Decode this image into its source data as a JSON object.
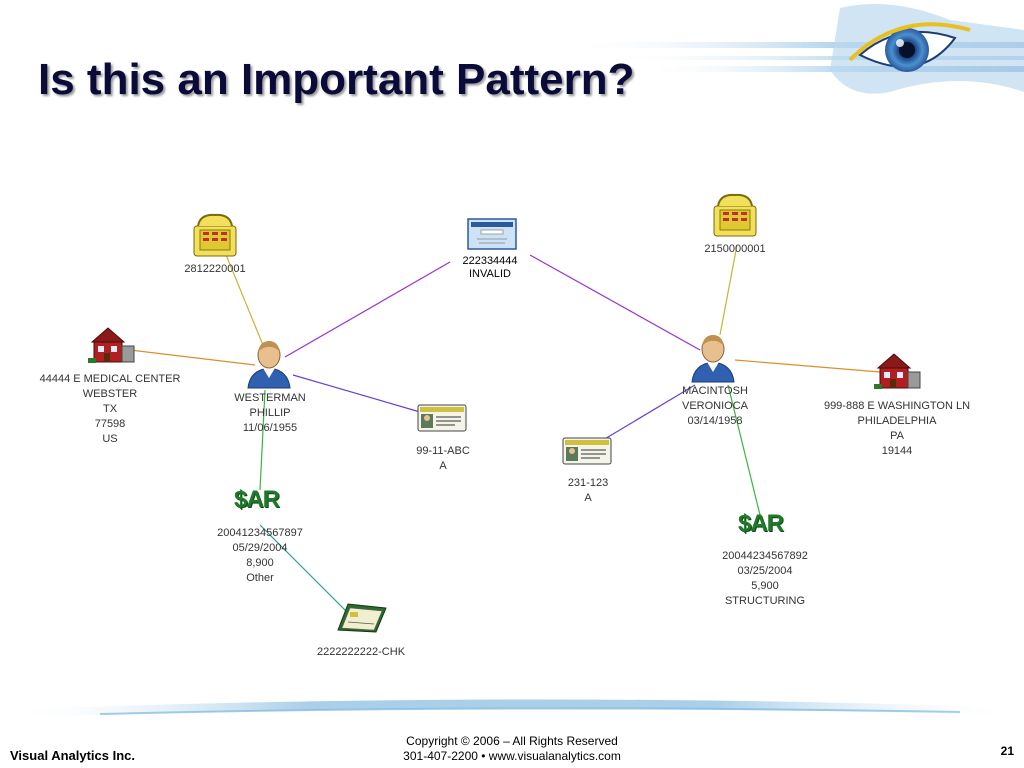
{
  "slide": {
    "title": "Is this an Important Pattern?",
    "company": "Visual Analytics Inc.",
    "copyright": "Copyright © 2006 – All Rights Reserved",
    "contact": "301-407-2200  •  www.visualanalytics.com",
    "page_number": "21"
  },
  "nodes": {
    "phone_left": {
      "label": "2812220001"
    },
    "ssn": {
      "line1": "222334444",
      "line2": "INVALID"
    },
    "phone_right": {
      "label": "2150000001"
    },
    "address_left": {
      "lines": [
        "44444 E MEDICAL CENTER",
        "WEBSTER",
        "TX",
        "77598",
        "US"
      ]
    },
    "person_left": {
      "lines": [
        "WESTERMAN",
        "PHILLIP",
        "11/06/1955"
      ]
    },
    "license_left": {
      "lines": [
        "99-11-ABC",
        "A"
      ]
    },
    "person_right": {
      "lines": [
        "MACINTOSH",
        "VERONIOCA",
        "03/14/1958"
      ]
    },
    "license_right": {
      "lines": [
        "231-123",
        "A"
      ]
    },
    "address_right": {
      "lines": [
        "999-888 E WASHINGTON LN",
        "PHILADELPHIA",
        "PA",
        "19144"
      ]
    },
    "sar_left": {
      "icon_text": "$AR",
      "lines": [
        "20041234567897",
        "05/29/2004",
        "8,900",
        "Other"
      ]
    },
    "sar_right": {
      "icon_text": "$AR",
      "lines": [
        "20044234567892",
        "03/25/2004",
        "5,900",
        "STRUCTURING"
      ]
    },
    "account": {
      "label": "2222222222-CHK"
    }
  },
  "colors": {
    "phone_link": "#c8b432",
    "address_link": "#d9902a",
    "ssn_link": "#9a2fd0",
    "license_link": "#6a3fd0",
    "sar_link": "#3cb43c",
    "account_link": "#20a090"
  }
}
